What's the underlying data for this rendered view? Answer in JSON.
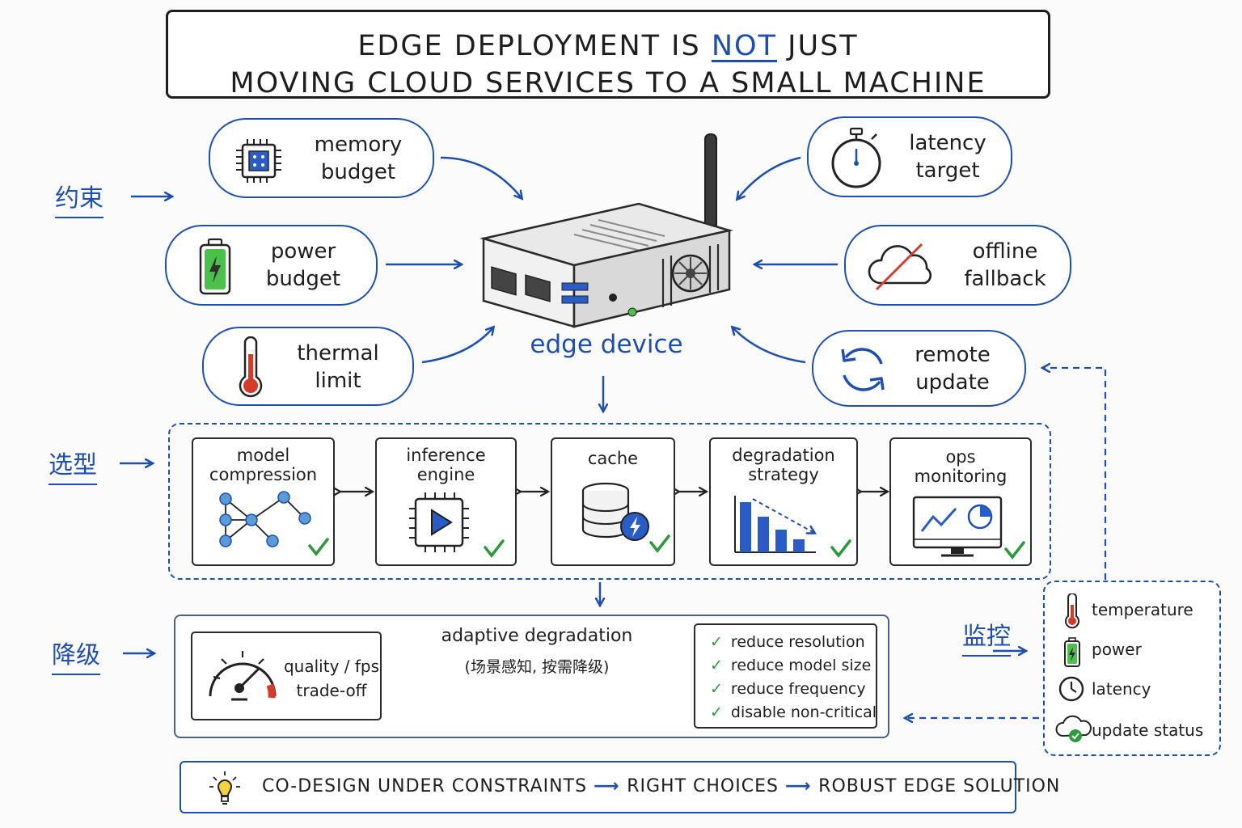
{
  "title": {
    "line1_pre": "EDGE DEPLOYMENT IS",
    "line1_emph": "NOT",
    "line1_post": "JUST",
    "line2": "MOVING CLOUD SERVICES TO A SMALL MACHINE"
  },
  "side_labels": {
    "constraints": "约束",
    "selection": "选型",
    "degradation": "降级",
    "monitoring": "监控"
  },
  "constraints_left": [
    {
      "line1": "memory",
      "line2": "budget",
      "icon": "chip-icon"
    },
    {
      "line1": "power",
      "line2": "budget",
      "icon": "battery-icon"
    },
    {
      "line1": "thermal",
      "line2": "limit",
      "icon": "thermometer-icon"
    }
  ],
  "constraints_right": [
    {
      "line1": "latency",
      "line2": "target",
      "icon": "stopwatch-icon"
    },
    {
      "line1": "offline",
      "line2": "fallback",
      "icon": "cloud-off-icon"
    },
    {
      "line1": "remote",
      "line2": "update",
      "icon": "refresh-icon"
    }
  ],
  "device_label": "edge device",
  "components": [
    {
      "line1": "model",
      "line2": "compression",
      "icon": "graph-icon"
    },
    {
      "line1": "inference",
      "line2": "engine",
      "icon": "play-chip-icon"
    },
    {
      "line1": "cache",
      "line2": "",
      "icon": "database-icon"
    },
    {
      "line1": "degradation",
      "line2": "strategy",
      "icon": "bar-down-icon"
    },
    {
      "line1": "ops",
      "line2": "monitoring",
      "icon": "monitor-icon"
    }
  ],
  "degradation": {
    "tradeoff_line1": "quality / fps",
    "tradeoff_line2": "trade-off",
    "adaptive_title": "adaptive degradation",
    "adaptive_sub": "(场景感知, 按需降级)",
    "checklist": [
      "reduce resolution",
      "reduce model size",
      "reduce frequency",
      "disable non-critical"
    ]
  },
  "monitoring_items": [
    {
      "label": "temperature",
      "icon": "thermometer-icon"
    },
    {
      "label": "power",
      "icon": "battery-icon"
    },
    {
      "label": "latency",
      "icon": "clock-icon"
    },
    {
      "label": "update status",
      "icon": "cloud-check-icon"
    }
  ],
  "footer": {
    "part1": "CO-DESIGN UNDER CONSTRAINTS",
    "part2": "RIGHT CHOICES",
    "part3": "ROBUST EDGE SOLUTION"
  },
  "colors": {
    "accent": "#1f4fae",
    "check": "#2b9a3a",
    "ink": "#1e1e1e",
    "warning": "#d83a2a"
  }
}
